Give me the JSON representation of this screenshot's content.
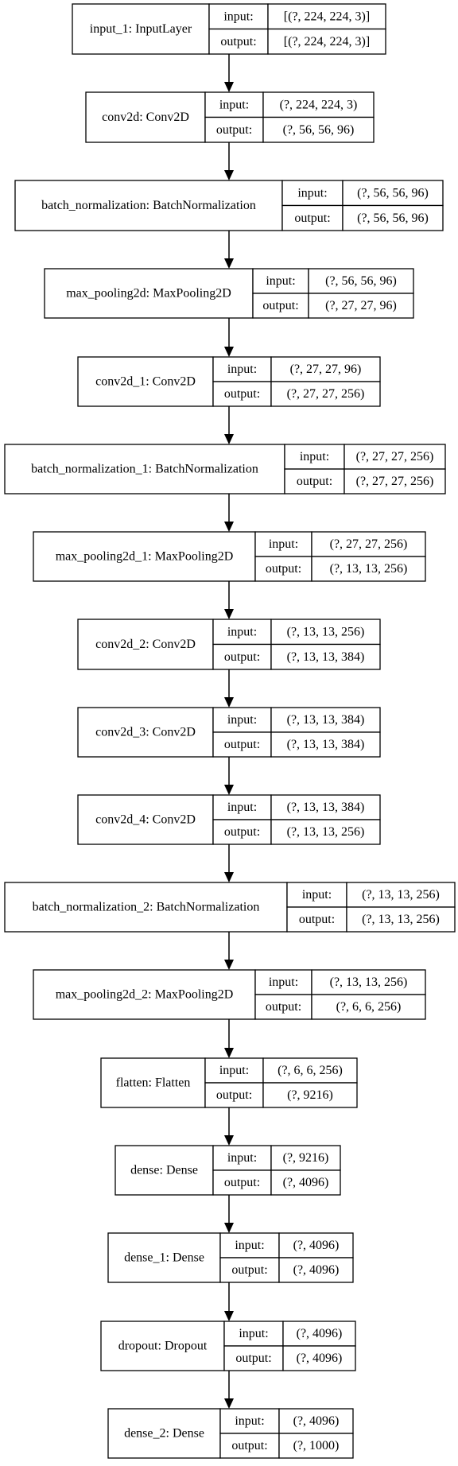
{
  "layers": [
    {
      "name": "input_1: InputLayer",
      "input_label": "input:",
      "output_label": "output:",
      "input_value": "[(?, 224, 224, 3)]",
      "output_value": "[(?, 224, 224, 3)]"
    },
    {
      "name": "conv2d: Conv2D",
      "input_label": "input:",
      "output_label": "output:",
      "input_value": "(?, 224, 224, 3)",
      "output_value": "(?, 56, 56, 96)"
    },
    {
      "name": "batch_normalization: BatchNormalization",
      "input_label": "input:",
      "output_label": "output:",
      "input_value": "(?, 56, 56, 96)",
      "output_value": "(?, 56, 56, 96)"
    },
    {
      "name": "max_pooling2d: MaxPooling2D",
      "input_label": "input:",
      "output_label": "output:",
      "input_value": "(?, 56, 56, 96)",
      "output_value": "(?, 27, 27, 96)"
    },
    {
      "name": "conv2d_1: Conv2D",
      "input_label": "input:",
      "output_label": "output:",
      "input_value": "(?, 27, 27, 96)",
      "output_value": "(?, 27, 27, 256)"
    },
    {
      "name": "batch_normalization_1: BatchNormalization",
      "input_label": "input:",
      "output_label": "output:",
      "input_value": "(?, 27, 27, 256)",
      "output_value": "(?, 27, 27, 256)"
    },
    {
      "name": "max_pooling2d_1: MaxPooling2D",
      "input_label": "input:",
      "output_label": "output:",
      "input_value": "(?, 27, 27, 256)",
      "output_value": "(?, 13, 13, 256)"
    },
    {
      "name": "conv2d_2: Conv2D",
      "input_label": "input:",
      "output_label": "output:",
      "input_value": "(?, 13, 13, 256)",
      "output_value": "(?, 13, 13, 384)"
    },
    {
      "name": "conv2d_3: Conv2D",
      "input_label": "input:",
      "output_label": "output:",
      "input_value": "(?, 13, 13, 384)",
      "output_value": "(?, 13, 13, 384)"
    },
    {
      "name": "conv2d_4: Conv2D",
      "input_label": "input:",
      "output_label": "output:",
      "input_value": "(?, 13, 13, 384)",
      "output_value": "(?, 13, 13, 256)"
    },
    {
      "name": "batch_normalization_2: BatchNormalization",
      "input_label": "input:",
      "output_label": "output:",
      "input_value": "(?, 13, 13, 256)",
      "output_value": "(?, 13, 13, 256)"
    },
    {
      "name": "max_pooling2d_2: MaxPooling2D",
      "input_label": "input:",
      "output_label": "output:",
      "input_value": "(?, 13, 13, 256)",
      "output_value": "(?, 6, 6, 256)"
    },
    {
      "name": "flatten: Flatten",
      "input_label": "input:",
      "output_label": "output:",
      "input_value": "(?, 6, 6, 256)",
      "output_value": "(?, 9216)"
    },
    {
      "name": "dense: Dense",
      "input_label": "input:",
      "output_label": "output:",
      "input_value": "(?, 9216)",
      "output_value": "(?, 4096)"
    },
    {
      "name": "dense_1: Dense",
      "input_label": "input:",
      "output_label": "output:",
      "input_value": "(?, 4096)",
      "output_value": "(?, 4096)"
    },
    {
      "name": "dropout: Dropout",
      "input_label": "input:",
      "output_label": "output:",
      "input_value": "(?, 4096)",
      "output_value": "(?, 4096)"
    },
    {
      "name": "dense_2: Dense",
      "input_label": "input:",
      "output_label": "output:",
      "input_value": "(?, 4096)",
      "output_value": "(?, 1000)"
    }
  ]
}
